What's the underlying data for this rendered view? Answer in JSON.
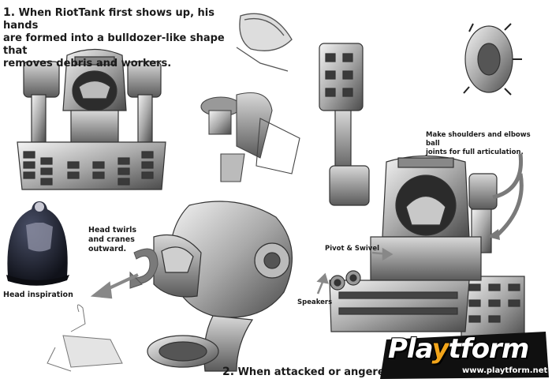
{
  "notes": {
    "intro_number": "1.",
    "intro_text_line1": "When RiotTank first shows up, his hands",
    "intro_text_line2": "are formed into a bulldozer-like shape that",
    "intro_text_line3": "removes debris and workers.",
    "head_twirls_line1": "Head twirls",
    "head_twirls_line2": "and cranes",
    "head_twirls_line3": "outward.",
    "head_inspiration": "Head inspiration",
    "pivot_swivel": "Pivot & Swivel",
    "speakers": "Speakers",
    "shoulders_line1": "Make shoulders and elbows ball",
    "shoulders_line2": "joints for full articulation.",
    "attacked_number": "2.",
    "attacked_text": "When attacked or angered,"
  },
  "watermark": {
    "brand_part1": "Pla",
    "brand_part2": "y",
    "brand_part3": "tform",
    "url": "www.playtform.net"
  },
  "colors": {
    "ink": "#1a1a1a",
    "sketch": "#555555",
    "helmet": "#1c1f2a",
    "logo_bg": "#101010",
    "logo_accent": "#f2a51a"
  }
}
